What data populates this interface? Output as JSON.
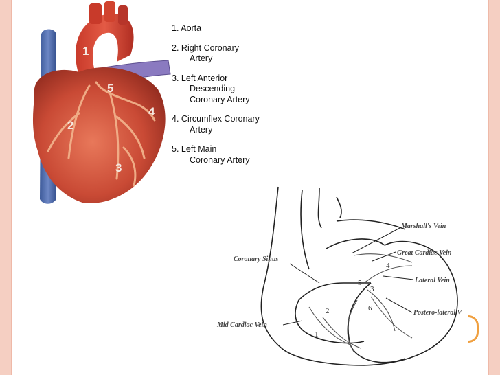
{
  "photo_markers": [
    "1",
    "2",
    "3",
    "4",
    "5"
  ],
  "legend": [
    {
      "num": "1.",
      "line1": "Aorta",
      "line2": ""
    },
    {
      "num": "2.",
      "line1": "Right Coronary",
      "line2": "Artery"
    },
    {
      "num": "3.",
      "line1": "Left Anterior",
      "line2": "Descending"
    },
    {
      "num": "",
      "line1": "",
      "line2": "Coronary Artery"
    },
    {
      "num": "4.",
      "line1": "Circumflex Coronary",
      "line2": "Artery"
    },
    {
      "num": "5.",
      "line1": "Left Main",
      "line2": "Coronary Artery"
    }
  ],
  "drawing_labels": {
    "marshalls_vein": "Marshall's Vein",
    "great_cardiac_vein": "Great Cardiac Vein",
    "lateral_vein": "Lateral Vein",
    "postero_lateral": "Postero-lateral V",
    "coronary_sinus": "Coronary Sinus",
    "mid_cardiac_vein": "Mid Cardiac Vein"
  },
  "drawing_numbers": [
    "1",
    "2",
    "3",
    "4",
    "5",
    "6"
  ],
  "colors": {
    "frame": "#f5cfc2",
    "accent": "#f0a040",
    "heart": "#c94a35"
  }
}
